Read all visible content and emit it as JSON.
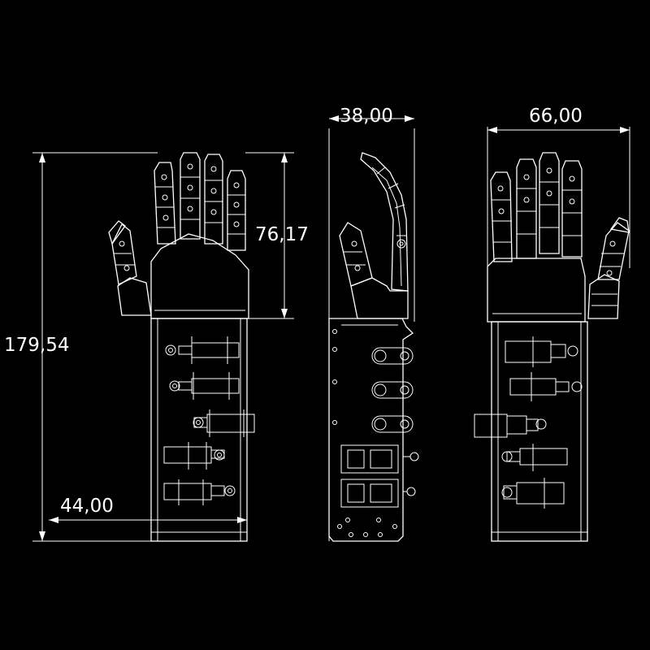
{
  "colors": {
    "background": "#000000",
    "line": "#ffffff"
  },
  "dimensions": {
    "total_height": "179,54",
    "hand_height": "76,17",
    "front_width": "44,00",
    "side_width": "38,00",
    "back_width": "66,00"
  }
}
